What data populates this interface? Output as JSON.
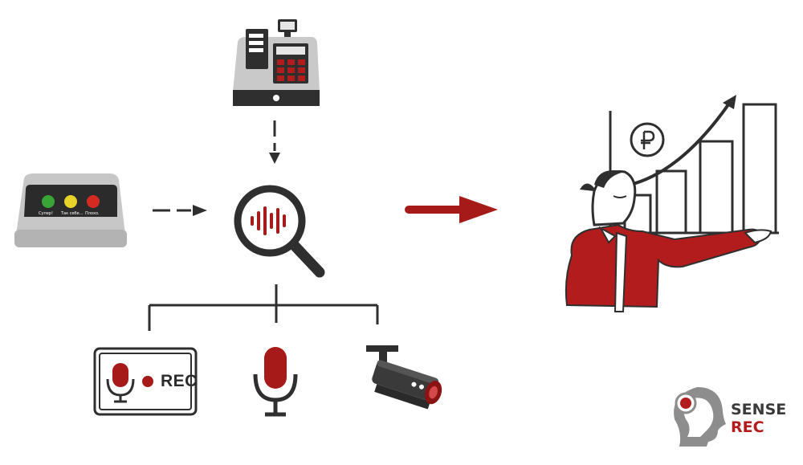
{
  "feedback_terminal": {
    "buttons": [
      {
        "label": "Супер!",
        "color": "#3aa537"
      },
      {
        "label": "Так себе...",
        "color": "#e8d32b"
      },
      {
        "label": "Плохо.",
        "color": "#d42a22"
      }
    ]
  },
  "recorder": {
    "label": "REC"
  },
  "brand": {
    "line1": "SENSE",
    "line2": "REC",
    "color": "#3a3a3a",
    "accent": "#b31c1c"
  },
  "colors": {
    "accent": "#a61a1a",
    "dark": "#2f2f2f",
    "gray": "#c8c8c8"
  }
}
